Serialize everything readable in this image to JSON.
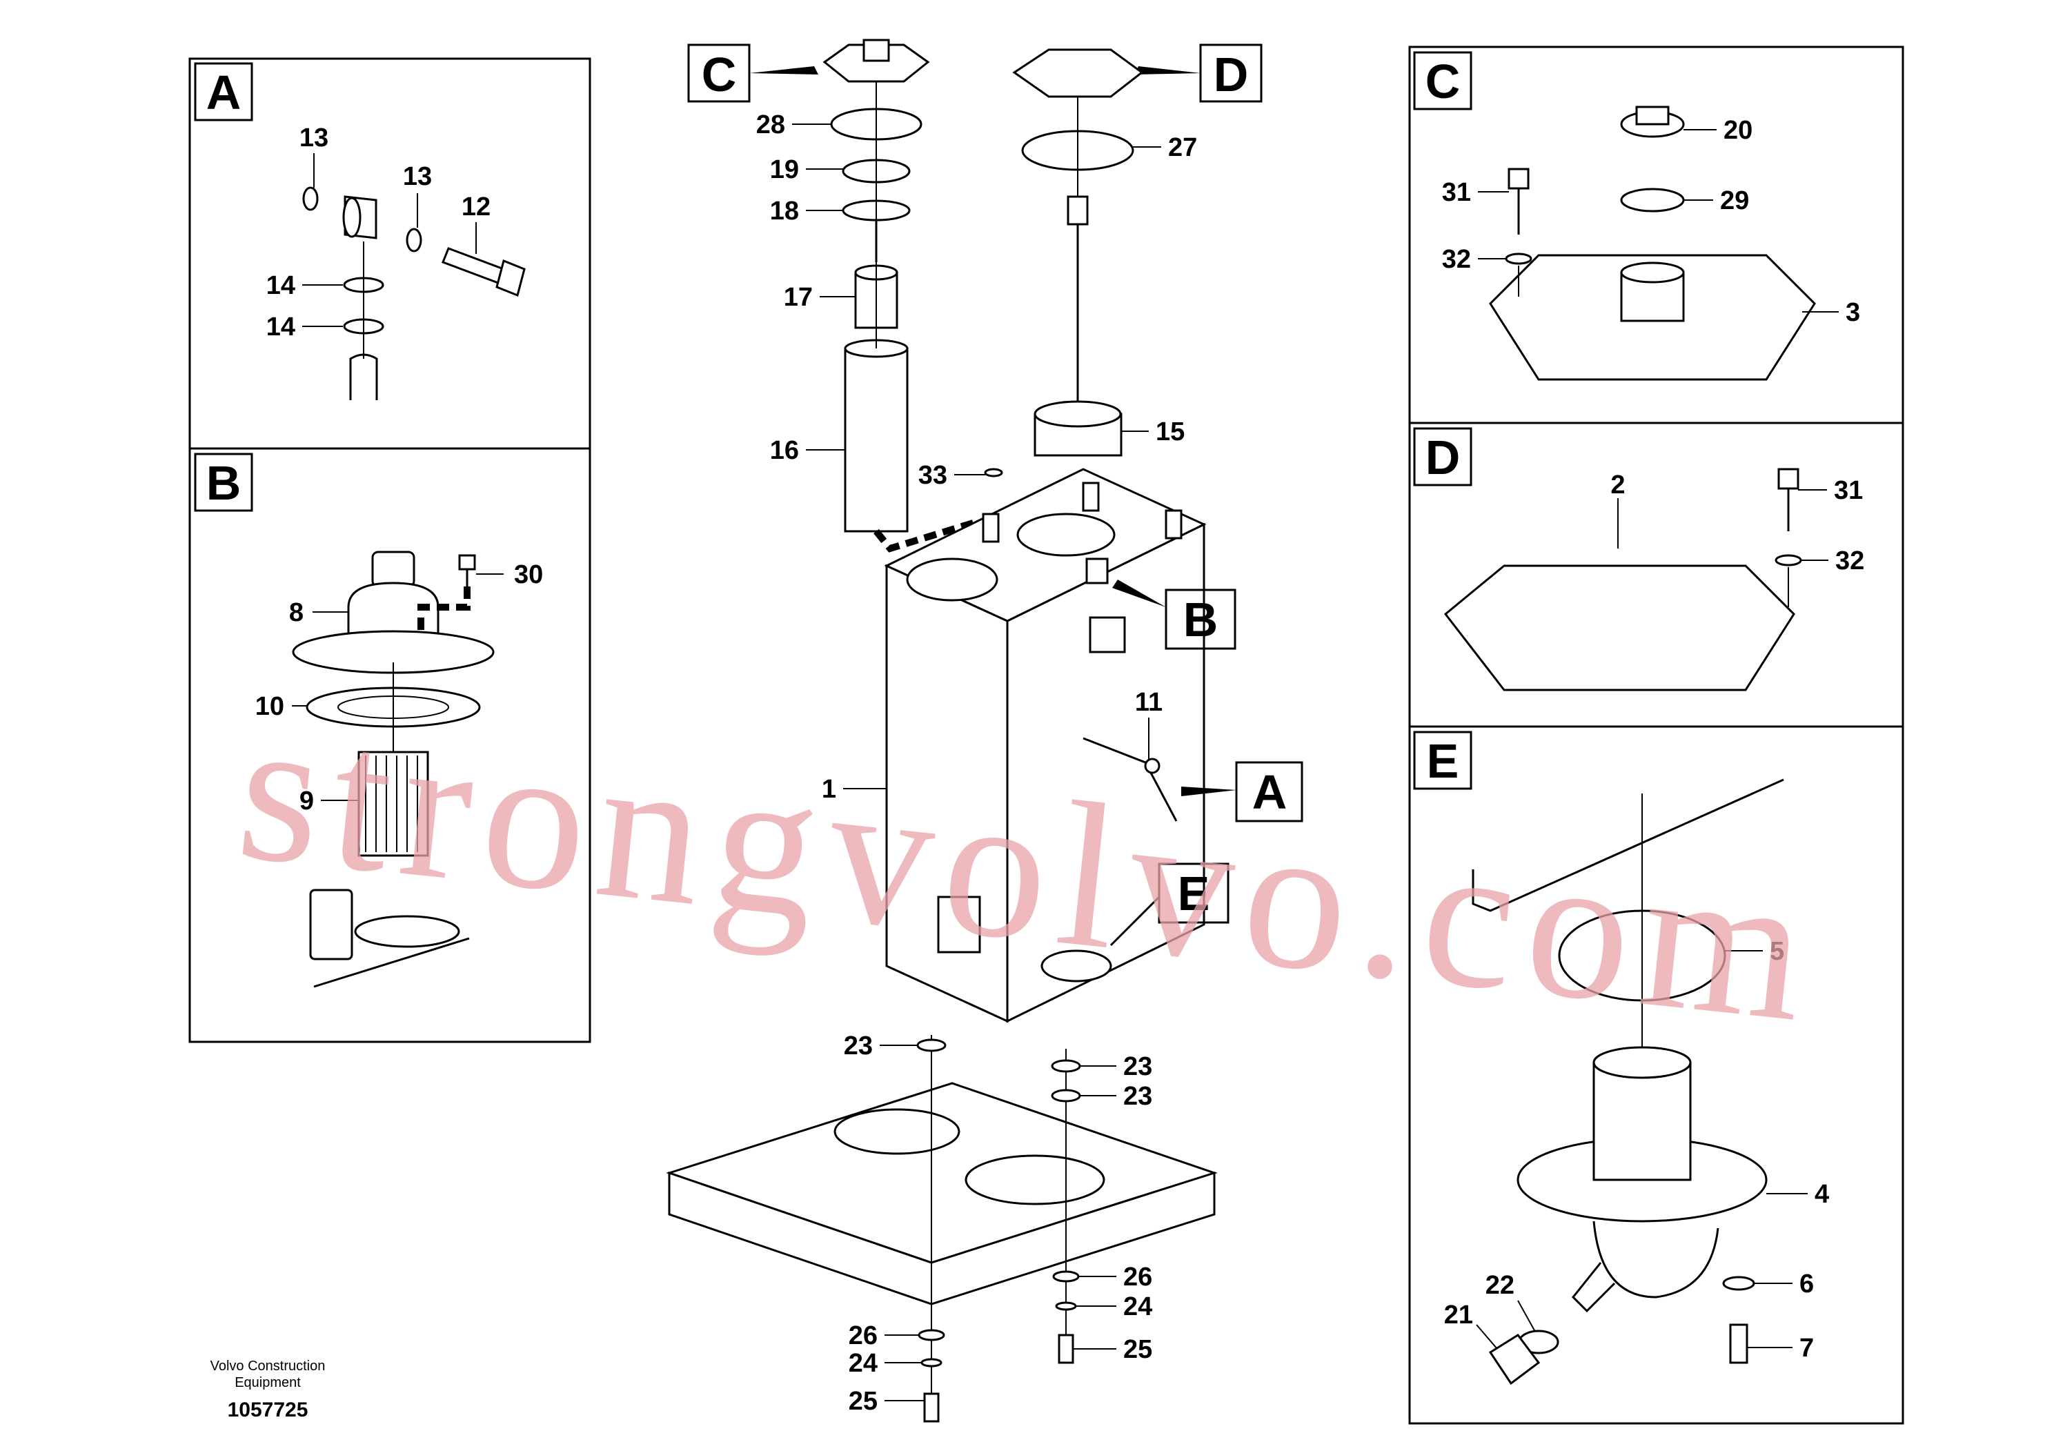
{
  "panels": {
    "A": {
      "letter": "A",
      "labels": [
        "13",
        "13",
        "12",
        "14",
        "14"
      ]
    },
    "B": {
      "letter": "B",
      "labels": [
        "8",
        "30",
        "10",
        "9"
      ]
    },
    "C": {
      "letter": "C",
      "labels": [
        "20",
        "31",
        "29",
        "32",
        "3"
      ]
    },
    "D": {
      "letter": "D",
      "labels": [
        "2",
        "31",
        "32"
      ]
    },
    "E": {
      "letter": "E",
      "labels": [
        "5",
        "4",
        "22",
        "6",
        "21",
        "7"
      ]
    }
  },
  "main": {
    "callouts": [
      "C",
      "D",
      "B",
      "A",
      "E"
    ],
    "labels": [
      "28",
      "19",
      "18",
      "17",
      "16",
      "33",
      "27",
      "15",
      "11",
      "1",
      "23",
      "23",
      "23",
      "26",
      "24",
      "25",
      "26",
      "24",
      "25"
    ]
  },
  "footer": {
    "company_line1": "Volvo Construction",
    "company_line2": "Equipment",
    "drawing_id": "1057725"
  },
  "watermark": "strongvolvo.com"
}
